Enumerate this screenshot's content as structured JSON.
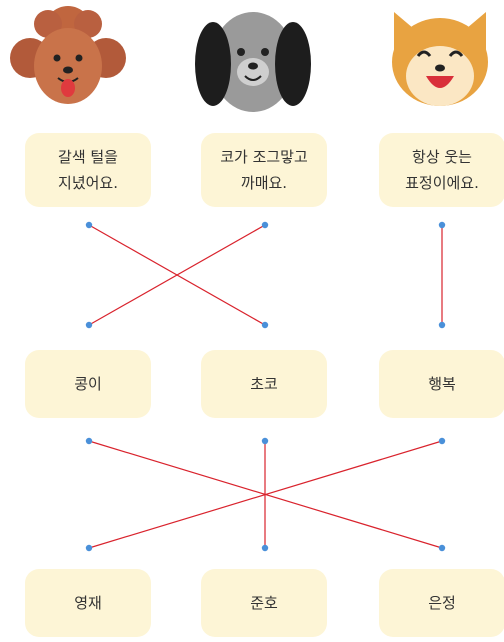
{
  "descriptions": [
    {
      "line1": "갈색 털을",
      "line2": "지녔어요."
    },
    {
      "line1": "코가 조그맣고",
      "line2": "까매요."
    },
    {
      "line1": "항상 웃는",
      "line2": "표정이에요."
    }
  ],
  "dog_names": [
    "콩이",
    "초코",
    "행복"
  ],
  "people": [
    "영재",
    "준호",
    "은정"
  ],
  "colors": {
    "card": "#fdf5d6",
    "line": "#d9232d",
    "dot": "#4a90d9"
  },
  "matches_top": [
    [
      0,
      1
    ],
    [
      1,
      0
    ],
    [
      2,
      2
    ]
  ],
  "matches_bottom": [
    [
      0,
      2
    ],
    [
      1,
      1
    ],
    [
      2,
      0
    ]
  ]
}
